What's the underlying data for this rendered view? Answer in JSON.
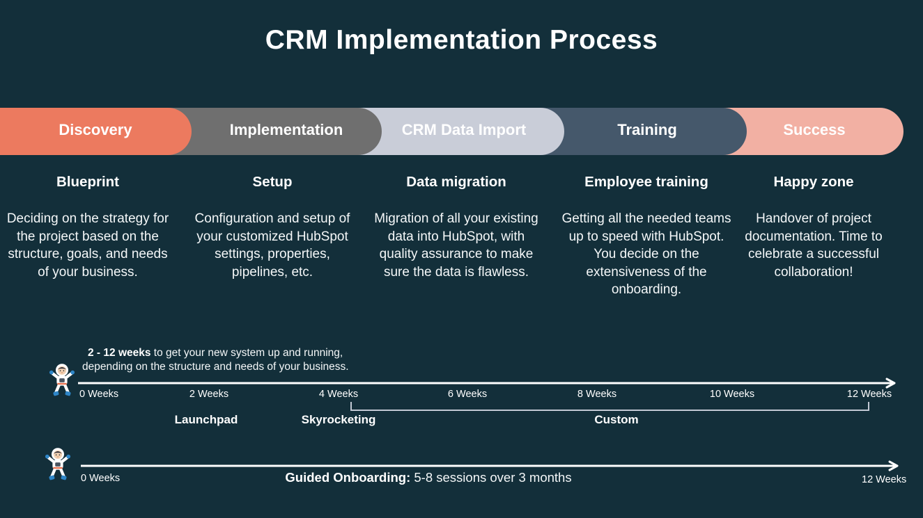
{
  "title": "CRM Implementation Process",
  "background_color": "#132f3a",
  "phases": [
    {
      "label": "Discovery",
      "color": "#ec7a5f",
      "heading": "Blueprint",
      "description": "Deciding on the strategy for the project based on the structure, goals, and needs of your business."
    },
    {
      "label": "Implementation",
      "color": "#6f6f6f",
      "heading": "Setup",
      "description": "Configuration and setup of your customized HubSpot settings, properties, pipelines, etc."
    },
    {
      "label": "CRM Data Import",
      "color": "#c9cdd8",
      "heading": "Data migration",
      "description": "Migration of all your existing data into HubSpot, with quality assurance to make sure the data is flawless."
    },
    {
      "label": "Training",
      "color": "#45586b",
      "heading": "Employee training",
      "description": "Getting all the needed teams up to speed with HubSpot. You decide on the extensiveness of the onboarding."
    },
    {
      "label": "Success",
      "color": "#f2b0a3",
      "heading": "Happy zone",
      "description": "Handover of project documentation. Time to celebrate a successful collaboration!"
    }
  ],
  "timeline_packages": {
    "icon": "astronaut-icon",
    "note_bold": "2 - 12 weeks",
    "note_regular": " to get your new system up and running,",
    "note_line2": "depending on the structure and needs of your business.",
    "ticks": [
      "0 Weeks",
      "2 Weeks",
      "4 Weeks",
      "6 Weeks",
      "8 Weeks",
      "10 Weeks",
      "12 Weeks"
    ],
    "packages": [
      {
        "label": "Launchpad"
      },
      {
        "label": "Skyrocketing"
      },
      {
        "label": "Custom"
      }
    ]
  },
  "timeline_onboarding": {
    "icon": "astronaut-icon",
    "start_label": "0 Weeks",
    "end_label": "12 Weeks",
    "caption_bold": "Guided Onboarding:",
    "caption_regular": " 5-8 sessions over 3 months"
  }
}
